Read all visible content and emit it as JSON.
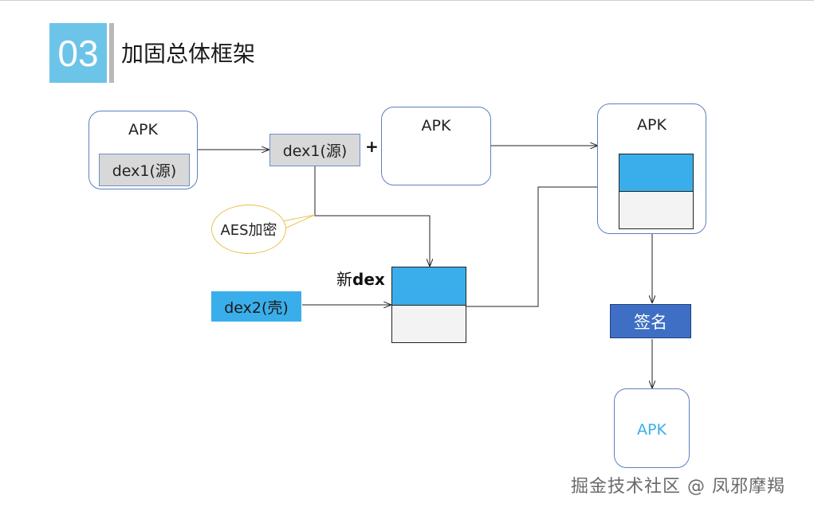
{
  "header": {
    "number": "03",
    "title": "加固总体框架"
  },
  "diagram": {
    "apk_source": {
      "title": "APK",
      "inner": "dex1(源)"
    },
    "dex1_node": "dex1(源)",
    "plus_sign": "+",
    "apk_shell": {
      "title": "APK"
    },
    "apk_combined": {
      "title": "APK"
    },
    "aes_callout": "AES加密",
    "new_dex": {
      "prefix": "新",
      "suffix": "dex"
    },
    "dex2_node": "dex2(壳)",
    "sign_node": "签名",
    "apk_final": {
      "title": "APK",
      "color": "#3aaeeb"
    }
  },
  "watermark": "掘金技术社区 @ 凤邪摩羯"
}
